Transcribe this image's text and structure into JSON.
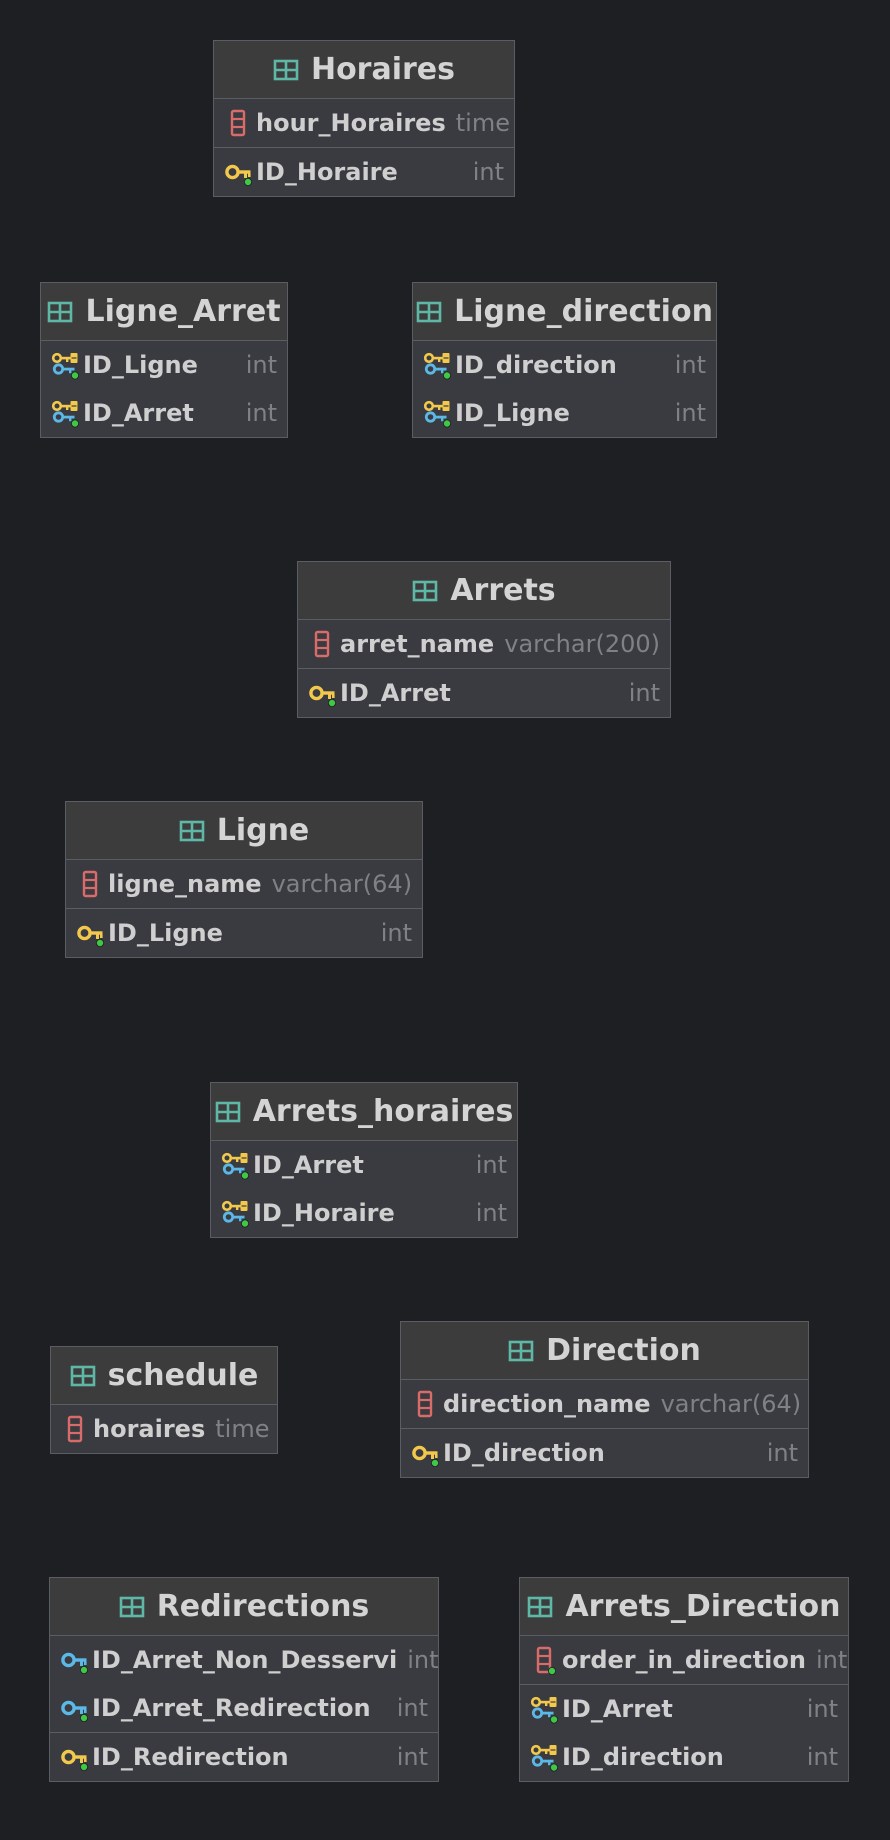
{
  "colors": {
    "background": "#1e1f22",
    "table_body": "#393b40",
    "table_header": "#3c3c3c",
    "border": "#5a5d63",
    "table_icon": "#5fb7a6",
    "column_icon": "#d96b6b",
    "primary_key": "#f2c94c",
    "foreign_key": "#5cb8e6",
    "not_null_dot": "#3fc846"
  },
  "tables": [
    {
      "name": "Horaires",
      "sections": [
        [
          {
            "name": "hour_Horaires",
            "type": "time",
            "icon": "column-icon"
          }
        ],
        [
          {
            "name": "ID_Horaire",
            "type": "int",
            "icon": "primary-key-icon"
          }
        ]
      ]
    },
    {
      "name": "Ligne_Arret",
      "sections": [
        [
          {
            "name": "ID_Ligne",
            "type": "int",
            "icon": "primary-foreign-key-icon"
          },
          {
            "name": "ID_Arret",
            "type": "int",
            "icon": "primary-foreign-key-icon"
          }
        ]
      ]
    },
    {
      "name": "Ligne_direction",
      "sections": [
        [
          {
            "name": "ID_direction",
            "type": "int",
            "icon": "primary-foreign-key-icon"
          },
          {
            "name": "ID_Ligne",
            "type": "int",
            "icon": "primary-foreign-key-icon"
          }
        ]
      ]
    },
    {
      "name": "Arrets",
      "sections": [
        [
          {
            "name": "arret_name",
            "type": "varchar(200)",
            "icon": "column-icon"
          }
        ],
        [
          {
            "name": "ID_Arret",
            "type": "int",
            "icon": "primary-key-icon"
          }
        ]
      ]
    },
    {
      "name": "Ligne",
      "sections": [
        [
          {
            "name": "ligne_name",
            "type": "varchar(64)",
            "icon": "column-icon"
          }
        ],
        [
          {
            "name": "ID_Ligne",
            "type": "int",
            "icon": "primary-key-icon"
          }
        ]
      ]
    },
    {
      "name": "Arrets_horaires",
      "sections": [
        [
          {
            "name": "ID_Arret",
            "type": "int",
            "icon": "primary-foreign-key-icon"
          },
          {
            "name": "ID_Horaire",
            "type": "int",
            "icon": "primary-foreign-key-icon"
          }
        ]
      ]
    },
    {
      "name": "schedule",
      "sections": [
        [
          {
            "name": "horaires",
            "type": "time",
            "icon": "column-icon"
          }
        ]
      ]
    },
    {
      "name": "Direction",
      "sections": [
        [
          {
            "name": "direction_name",
            "type": "varchar(64)",
            "icon": "column-icon"
          }
        ],
        [
          {
            "name": "ID_direction",
            "type": "int",
            "icon": "primary-key-icon"
          }
        ]
      ]
    },
    {
      "name": "Redirections",
      "sections": [
        [
          {
            "name": "ID_Arret_Non_Desservi",
            "type": "int",
            "icon": "foreign-key-icon"
          },
          {
            "name": "ID_Arret_Redirection",
            "type": "int",
            "icon": "foreign-key-icon"
          }
        ],
        [
          {
            "name": "ID_Redirection",
            "type": "int",
            "icon": "primary-key-icon"
          }
        ]
      ]
    },
    {
      "name": "Arrets_Direction",
      "sections": [
        [
          {
            "name": "order_in_direction",
            "type": "int",
            "icon": "column-not-null-icon"
          }
        ],
        [
          {
            "name": "ID_Arret",
            "type": "int",
            "icon": "primary-foreign-key-icon"
          },
          {
            "name": "ID_direction",
            "type": "int",
            "icon": "primary-foreign-key-icon"
          }
        ]
      ]
    }
  ]
}
